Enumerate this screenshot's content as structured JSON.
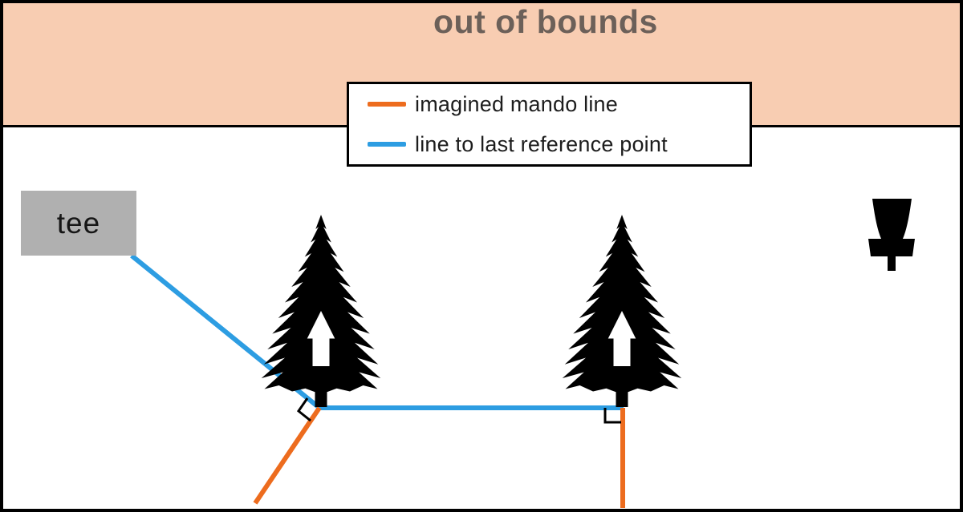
{
  "title": {
    "label": "out of bounds"
  },
  "legend": {
    "items": [
      {
        "label": "imagined mando line",
        "color": "#ed6c1e"
      },
      {
        "label": "line to last reference point",
        "color": "#2d9de2"
      }
    ]
  },
  "tee": {
    "label": "tee"
  },
  "icons": {
    "tree_left": "pine-tree-with-up-arrow",
    "tree_right": "pine-tree-with-up-arrow",
    "basket": "disc-golf-basket",
    "angle_markers": "right-angle-marker"
  },
  "colors": {
    "out_of_bounds_bg": "#f8cdb2",
    "out_of_bounds_text": "#6c6059",
    "mando_line": "#ed6c1e",
    "reference_line": "#2d9de2",
    "tee_bg": "#b0b0b0",
    "tree": "#000000",
    "basket": "#000000",
    "angle_marker": "#000000",
    "arrow_cutout": "#ffffff",
    "frame": "#000000"
  }
}
